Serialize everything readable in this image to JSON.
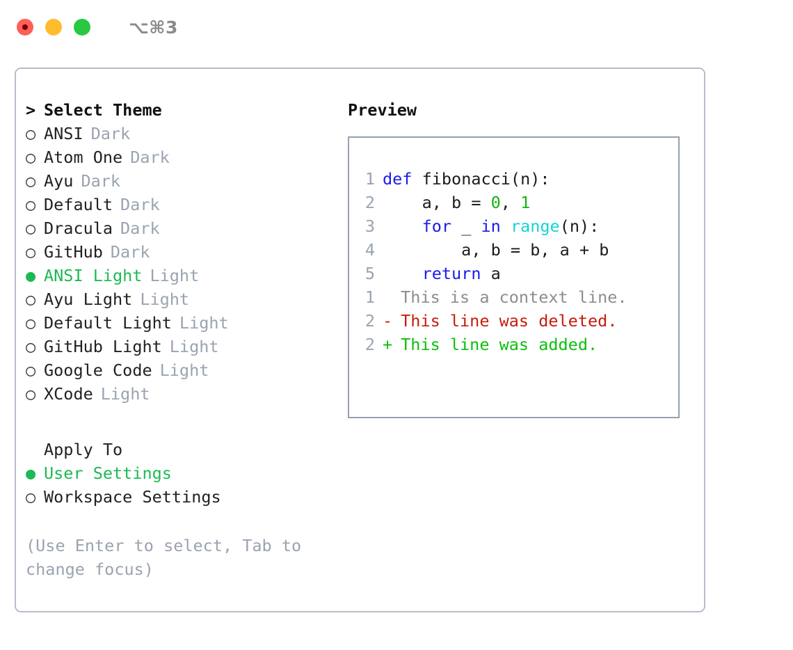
{
  "window": {
    "shortcut": "⌥⌘3",
    "traffic_lights": [
      {
        "name": "close",
        "color": "#ff5f57"
      },
      {
        "name": "minimize",
        "color": "#ffbd2e"
      },
      {
        "name": "maximize",
        "color": "#28c840"
      }
    ]
  },
  "colors": {
    "selected_green": "#1db954",
    "muted": "#9aa3b0",
    "text": "#212121",
    "panel_border": "#b6bdc8",
    "preview_border": "#95a0b0",
    "keyword_blue": "#1a1aee",
    "builtin_cyan": "#14d3d3",
    "number_green": "#12b512",
    "diff_delete_red": "#c61c0b",
    "diff_add_green": "#0ac00a"
  },
  "theme_list": {
    "header": "Select Theme",
    "header_caret": ">",
    "bullet_unselected": "○",
    "bullet_selected": "●",
    "items": [
      {
        "name": "ANSI",
        "variant": "Dark",
        "selected": false
      },
      {
        "name": "Atom One",
        "variant": "Dark",
        "selected": false
      },
      {
        "name": "Ayu",
        "variant": "Dark",
        "selected": false
      },
      {
        "name": "Default",
        "variant": "Dark",
        "selected": false
      },
      {
        "name": "Dracula",
        "variant": "Dark",
        "selected": false
      },
      {
        "name": "GitHub",
        "variant": "Dark",
        "selected": false
      },
      {
        "name": "ANSI Light",
        "variant": "Light",
        "selected": true
      },
      {
        "name": "Ayu Light",
        "variant": "Light",
        "selected": false
      },
      {
        "name": "Default Light",
        "variant": "Light",
        "selected": false
      },
      {
        "name": "GitHub Light",
        "variant": "Light",
        "selected": false
      },
      {
        "name": "Google Code",
        "variant": "Light",
        "selected": false
      },
      {
        "name": "XCode",
        "variant": "Light",
        "selected": false
      }
    ]
  },
  "apply_to": {
    "heading": "Apply To",
    "items": [
      {
        "name": "User Settings",
        "selected": true
      },
      {
        "name": "Workspace Settings",
        "selected": false
      }
    ]
  },
  "hint": "(Use Enter to select, Tab to change focus)",
  "preview": {
    "title": "Preview",
    "code": {
      "language": "python",
      "lines": [
        {
          "number": "1",
          "tokens": [
            {
              "text": "def",
              "type": "keyword"
            },
            {
              "text": " fibonacci(n):",
              "type": "plain"
            }
          ]
        },
        {
          "number": "2",
          "tokens": [
            {
              "text": "    a, b = ",
              "type": "plain"
            },
            {
              "text": "0",
              "type": "number"
            },
            {
              "text": ", ",
              "type": "plain"
            },
            {
              "text": "1",
              "type": "number"
            }
          ]
        },
        {
          "number": "3",
          "tokens": [
            {
              "text": "    ",
              "type": "plain"
            },
            {
              "text": "for",
              "type": "keyword"
            },
            {
              "text": " _ ",
              "type": "plain"
            },
            {
              "text": "in",
              "type": "keyword"
            },
            {
              "text": " ",
              "type": "plain"
            },
            {
              "text": "range",
              "type": "builtin"
            },
            {
              "text": "(n):",
              "type": "plain"
            }
          ]
        },
        {
          "number": "4",
          "tokens": [
            {
              "text": "        a, b = b, a + b",
              "type": "plain"
            }
          ]
        },
        {
          "number": "5",
          "tokens": [
            {
              "text": "    ",
              "type": "plain"
            },
            {
              "text": "return",
              "type": "keyword"
            },
            {
              "text": " a",
              "type": "plain"
            }
          ]
        }
      ]
    },
    "diff": {
      "lines": [
        {
          "number": "1",
          "marker": " ",
          "text": " This is a context line.",
          "kind": "context"
        },
        {
          "number": "2",
          "marker": "-",
          "text": " This line was deleted.",
          "kind": "delete"
        },
        {
          "number": "2",
          "marker": "+",
          "text": " This line was added.",
          "kind": "add"
        }
      ]
    }
  }
}
